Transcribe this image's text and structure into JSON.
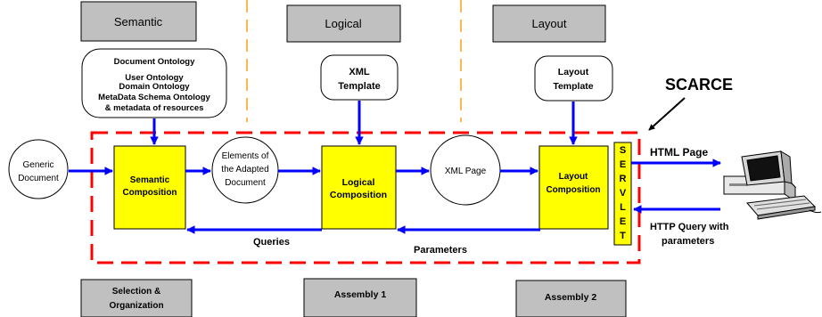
{
  "layers": {
    "semantic": "Semantic",
    "logical": "Logical",
    "layout": "Layout"
  },
  "steps": {
    "selection_line1": "Selection &",
    "selection_line2": "Organization",
    "assembly1": "Assembly 1",
    "assembly2": "Assembly 2"
  },
  "ontologies": [
    "Document Ontology",
    "User Ontology",
    "Domain Ontology",
    "MetaData Schema Ontology",
    "& metadata of resources"
  ],
  "templates": {
    "xml_line1": "XML",
    "xml_line2": "Template",
    "layout_line1": "Layout",
    "layout_line2": "Template"
  },
  "documents": {
    "generic_line1": "Generic",
    "generic_line2": "Document",
    "elements_line1": "Elements of",
    "elements_line2": "the Adapted",
    "elements_line3": "Document",
    "xml_page": "XML Page"
  },
  "components": {
    "semantic_line1": "Semantic",
    "semantic_line2": "Composition",
    "logical_line1": "Logical",
    "logical_line2": "Composition",
    "layout_line1": "Layout",
    "layout_line2": "Composition",
    "servlet_letters": [
      "S",
      "E",
      "R",
      "V",
      "L",
      "E",
      "T"
    ]
  },
  "labels": {
    "system": "SCARCE",
    "html_page": "HTML Page",
    "http_query_line1": "HTTP Query with",
    "http_query_line2": "parameters",
    "queries": "Queries",
    "parameters": "Parameters"
  },
  "colors": {
    "component_fill": "#ffff00",
    "arrow": "#0000ff",
    "scarce_border": "#ff0000",
    "layer_divider": "#ffb84d",
    "header_fill": "#c0c0c0"
  }
}
